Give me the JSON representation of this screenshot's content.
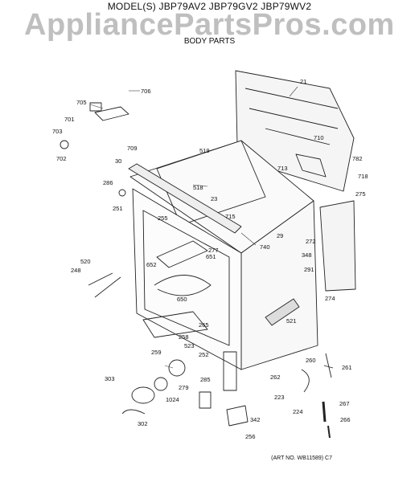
{
  "header": {
    "model_title": "MODEL(S) JBP79AV2  JBP79GV2  JBP79WV2",
    "watermark": "AppliancePartsPros.com",
    "section_title": "BODY PARTS"
  },
  "footer": {
    "art_number": "(ART NO. WB11589) C7"
  },
  "part_labels": [
    "706",
    "705",
    "701",
    "703",
    "702",
    "709",
    "21",
    "519",
    "710",
    "782",
    "718",
    "275",
    "30",
    "518",
    "713",
    "286",
    "23",
    "251",
    "715",
    "29",
    "255",
    "272",
    "740",
    "348",
    "291",
    "277",
    "651",
    "652",
    "520",
    "248",
    "650",
    "274",
    "521",
    "265",
    "258",
    "259",
    "523",
    "252",
    "261",
    "260",
    "262",
    "279",
    "285",
    "223",
    "303",
    "1024",
    "224",
    "342",
    "267",
    "266",
    "302",
    "256"
  ]
}
